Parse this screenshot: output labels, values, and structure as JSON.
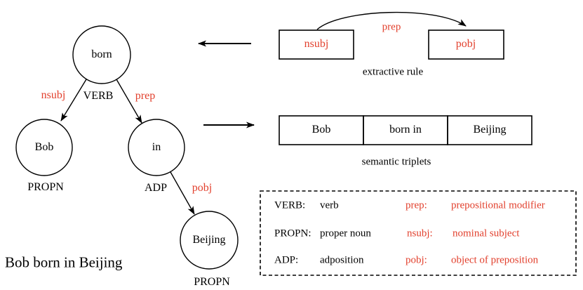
{
  "colors": {
    "red": "#e2402d",
    "ink": "#000000"
  },
  "tree": {
    "sentence": "Bob born in Beijing",
    "nodes": [
      {
        "label": "born",
        "tag": "VERB"
      },
      {
        "label": "Bob",
        "tag": "PROPN"
      },
      {
        "label": "in",
        "tag": "ADP"
      },
      {
        "label": "Beijing",
        "tag": "PROPN"
      }
    ],
    "edges": [
      {
        "label": "nsubj"
      },
      {
        "label": "prep"
      },
      {
        "label": "pobj"
      }
    ]
  },
  "rule": {
    "left_box": "nsubj",
    "right_box": "pobj",
    "arc_label": "prep",
    "caption": "extractive rule"
  },
  "triplets": {
    "cells": [
      "Bob",
      "born in",
      "Beijing"
    ],
    "caption": "semantic triplets"
  },
  "legend": {
    "rows": [
      {
        "pos": "VERB:",
        "pos_def": "verb",
        "dep": "prep:",
        "dep_def": "prepositional modifier"
      },
      {
        "pos": "PROPN:",
        "pos_def": "proper noun",
        "dep": "nsubj:",
        "dep_def": "nominal subject"
      },
      {
        "pos": "ADP:",
        "pos_def": "adposition",
        "dep": "pobj:",
        "dep_def": "object of preposition"
      }
    ]
  }
}
